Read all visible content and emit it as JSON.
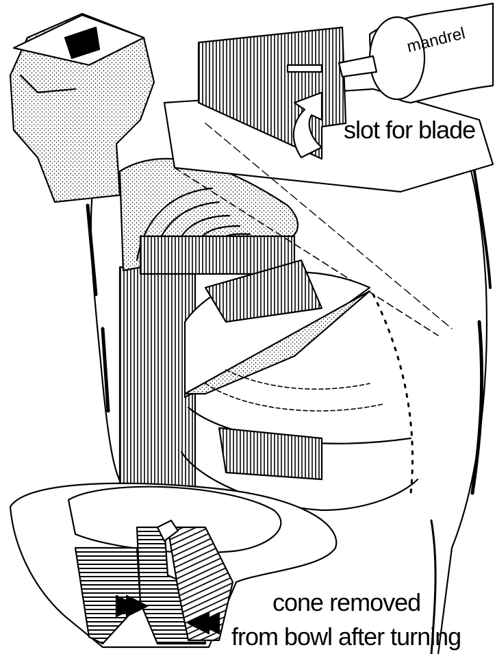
{
  "labels": {
    "mandrel": "mandrel",
    "slot": "slot for blade",
    "cone_line1": "cone removed",
    "cone_line2": "from bowl after turning"
  },
  "colors": {
    "ink": "#000000",
    "paper": "#ffffff"
  },
  "icons": [
    "arrow-icon",
    "double-arrow-icon"
  ]
}
